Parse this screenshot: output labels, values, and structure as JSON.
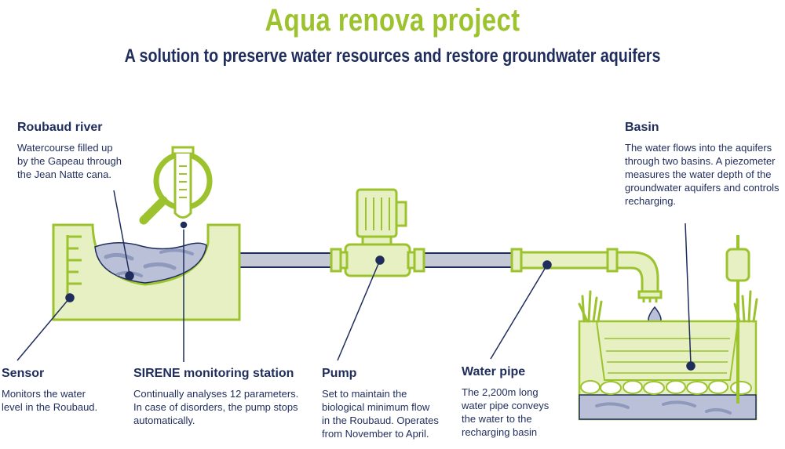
{
  "title": "Aqua renova project",
  "subtitle": "A solution to preserve water resources and restore groundwater aquifers",
  "colors": {
    "accent_green": "#9cc32e",
    "light_green": "#e6f0c2",
    "navy": "#1f2d5c",
    "pipe_grey": "#c5c9d6",
    "water_blue": "#b9c0d8",
    "water_dark": "#8f99bb"
  },
  "labels": {
    "roubaud": {
      "title": "Roubaud river",
      "text": "Watercourse filled up\nby the Gapeau through\nthe Jean Natte cana."
    },
    "basin": {
      "title": "Basin",
      "text": "The water flows into the aquifers\nthrough two basins. A piezometer\nmeasures the water depth of the\ngroundwater aquifers and controls\nrecharging."
    },
    "sensor": {
      "title": "Sensor",
      "text": "Monitors the water\nlevel in the Roubaud."
    },
    "sirene": {
      "title": "SIRENE monitoring station",
      "text": "Continually analyses 12 parameters.\nIn case of disorders, the pump stops\nautomatically."
    },
    "pump": {
      "title": "Pump",
      "text": "Set to maintain the\nbiological minimum flow\nin the Roubaud. Operates\nfrom November to April."
    },
    "water_pipe": {
      "title": "Water pipe",
      "text": "The 2,200m long\nwater pipe conveys\nthe water to the\nrecharging basin"
    }
  },
  "icons": {
    "monitoring": "magnifier-test-tube-icon",
    "pump": "pump-icon",
    "drop": "water-drop-icon",
    "piezometer": "piezometer-icon"
  }
}
